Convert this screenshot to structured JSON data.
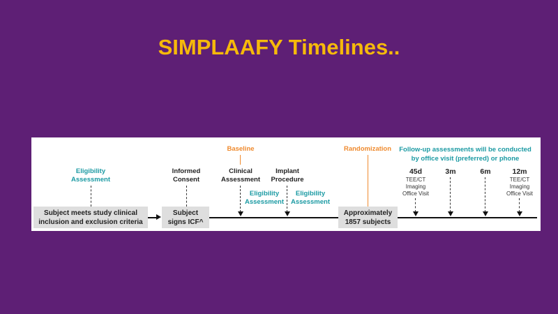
{
  "title": "SIMPLAAFY  Timelines..",
  "boxes": {
    "screening": [
      "Subject meets study clinical",
      "inclusion and exclusion criteria"
    ],
    "consent": [
      "Subject",
      "signs ICF^"
    ],
    "randomized": [
      "Approximately",
      "1857 subjects"
    ]
  },
  "labels": {
    "eligibility1": [
      "Eligibility",
      "Assessment"
    ],
    "informed_consent": [
      "Informed",
      "Consent"
    ],
    "baseline": "Baseline",
    "clinical_assessment": [
      "Clinical",
      "Assessment"
    ],
    "eligibility2": [
      "Eligibility",
      "Assessment"
    ],
    "implant_procedure": [
      "Implant",
      "Procedure"
    ],
    "eligibility3": [
      "Eligibility",
      "Assessment"
    ],
    "randomization": "Randomization",
    "followup": [
      "Follow-up assessments will be conducted",
      "by office visit (preferred) or phone"
    ]
  },
  "followups": [
    {
      "label": "45d",
      "details": [
        "TEE/CT",
        "Imaging",
        "Office Visit"
      ]
    },
    {
      "label": "3m",
      "details": []
    },
    {
      "label": "6m",
      "details": []
    },
    {
      "label": "12m",
      "details": [
        "TEE/CT",
        "Imaging",
        "Office Visit"
      ]
    }
  ],
  "colors": {
    "background": "#5e1f75",
    "title": "#f6b90b",
    "teal": "#1b9aa3",
    "orange": "#ef8a2e"
  }
}
